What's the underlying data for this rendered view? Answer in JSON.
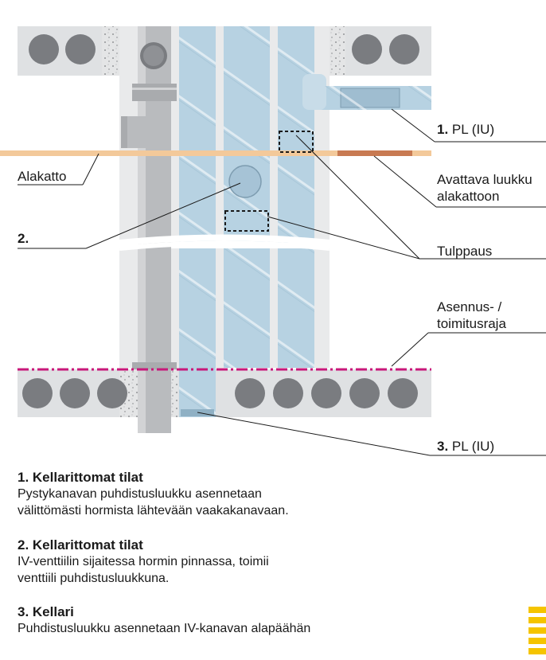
{
  "labels": {
    "pl1_num": "1.",
    "pl1_text": " PL (IU)",
    "alakatto": "Alakatto",
    "avattava_line1": "Avattava luukku",
    "avattava_line2": "alakattoon",
    "item2": "2.",
    "tulppaus": "Tulppaus",
    "asennus_line1": "Asennus- /",
    "asennus_line2": "toimitusraja",
    "pl3_num": "3.",
    "pl3_text": " PL (IU)"
  },
  "legend": [
    {
      "heading": "1. Kellarittomat tilat",
      "line1": "Pystykanavan puhdistusluukku asennetaan",
      "line2": "välittömästi hormista lähtevään vaakakanavaan."
    },
    {
      "heading": "2. Kellarittomat tilat",
      "line1": "IV-venttiilin sijaitessa hormin pinnassa, toimii",
      "line2": "venttiili puhdistusluukkuna."
    },
    {
      "heading": "3. Kellari",
      "line1": "Puhdistusluukku asennetaan IV-kanavan alapäähän",
      "line2": ""
    }
  ],
  "colors": {
    "concrete": "#dfe1e3",
    "hollow_core": "#7a7c80",
    "pipe": "#b9bbbe",
    "duct": "#b7d2e2",
    "ceiling": "#f3c99a",
    "hatch": "#c87a52",
    "boundary": "#c8187a",
    "accent_yellow": "#f5c400"
  }
}
